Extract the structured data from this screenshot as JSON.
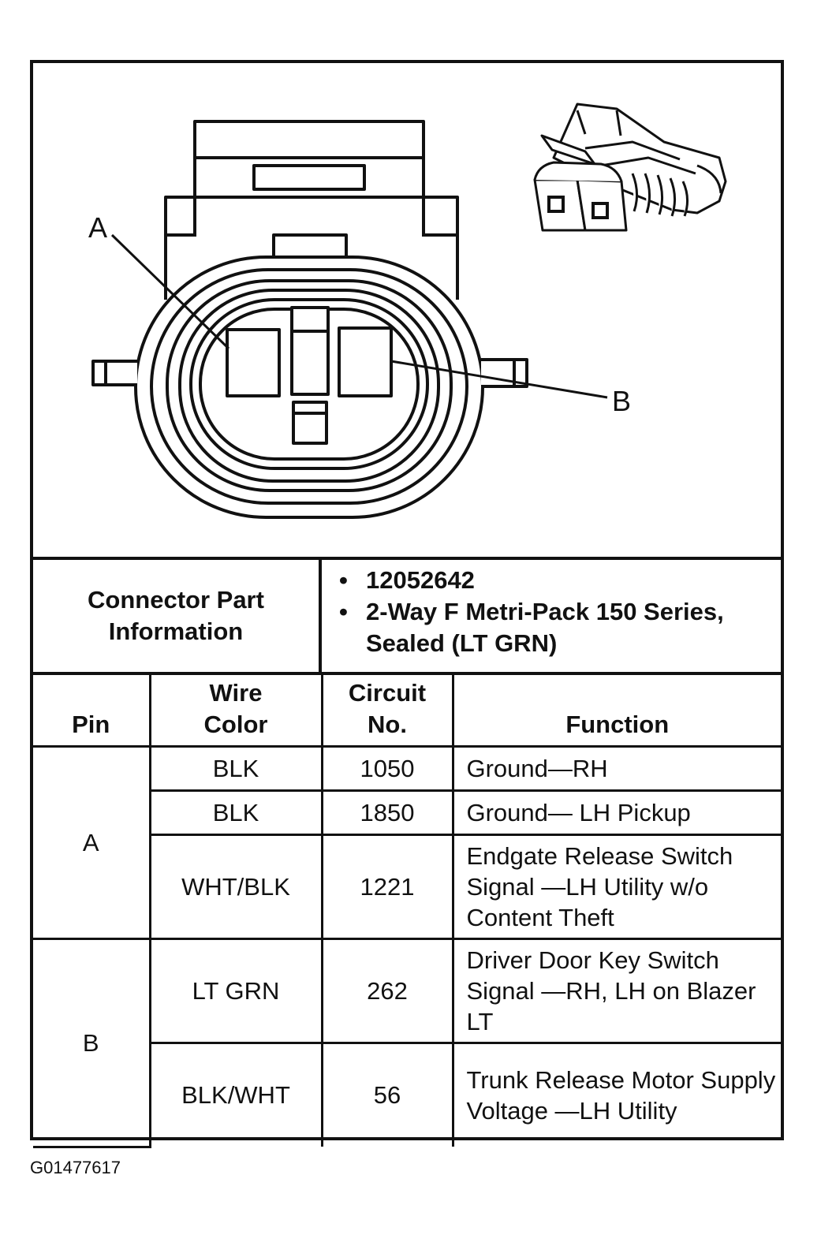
{
  "diagram": {
    "callout_a": "A",
    "callout_b": "B"
  },
  "connector_info": {
    "label": "Connector Part Information",
    "values": [
      "12052642",
      "2-Way F Metri-Pack 150 Series, Sealed (LT GRN)"
    ]
  },
  "table": {
    "headers": {
      "pin": "Pin",
      "wire_color": "Wire Color",
      "circuit_no": "Circuit No.",
      "function": "Function"
    },
    "rows": [
      {
        "pin": "A",
        "wire_color": "BLK",
        "circuit_no": "1050",
        "function": "Ground—RH"
      },
      {
        "pin": "A",
        "wire_color": "BLK",
        "circuit_no": "1850",
        "function": "Ground— LH Pickup"
      },
      {
        "pin": "A",
        "wire_color": "WHT/BLK",
        "circuit_no": "1221",
        "function": "Endgate Release Switch Signal —LH Utility w/o Content Theft"
      },
      {
        "pin": "B",
        "wire_color": "LT GRN",
        "circuit_no": "262",
        "function": "Driver Door Key Switch Signal —RH, LH on Blazer LT"
      },
      {
        "pin": "B",
        "wire_color": "BLK/WHT",
        "circuit_no": "56",
        "function": "Trunk Release Motor Supply Voltage —LH Utility"
      }
    ]
  },
  "figure_id": "G01477617"
}
